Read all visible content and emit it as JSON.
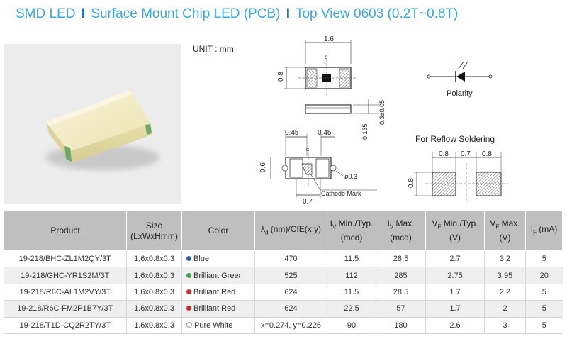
{
  "title": {
    "part1": "SMD LED",
    "part2": "Surface Mount Chip LED (PCB)",
    "part3": "Top View 0603 (0.2T~0.8T)",
    "separator": "I"
  },
  "drawing": {
    "unit": "UNIT : mm",
    "top_width": "1.6",
    "top_height": "0.8",
    "side_height": "0.3±0.05",
    "side_offset": "0.135",
    "pad_left": "0.45",
    "pad_right": "0.45",
    "bottom_height": "0.6",
    "bottom_width": "0.7",
    "hole": "ø0.3",
    "cathode_mark": "Cathode Mark",
    "center_mark": "c",
    "polarity": "Polarity",
    "reflow_title": "For Reflow Soldering",
    "reflow_w1": "0.8",
    "reflow_gap": "0.7",
    "reflow_w2": "0.8",
    "reflow_h": "0.8"
  },
  "table": {
    "headers": {
      "product": "Product",
      "size": "Size",
      "size_sub": "(LxWxHmm)",
      "color": "Color",
      "lambda": "λ",
      "lambda_sub": "d",
      "lambda_rest": " (nm)/CIE(x,y)",
      "iv_min": "I",
      "iv_min_sub": "V",
      "iv_min_rest": " Min./Typ.",
      "iv_min_unit": "(mcd)",
      "iv_max": "I",
      "iv_max_sub": "V",
      "iv_max_rest": " Max.",
      "iv_max_unit": "(mcd)",
      "vf_min": "V",
      "vf_min_sub": "F",
      "vf_min_rest": " Min./Typ.",
      "vf_min_unit": "(V)",
      "vf_max": "V",
      "vf_max_sub": "F",
      "vf_max_rest": " Max.",
      "vf_max_unit": "(V)",
      "if": "I",
      "if_sub": "F",
      "if_rest": " (mA)"
    },
    "rows": [
      {
        "product": "19-218/BHC-ZL1M2QY/3T",
        "size": "1.6x0.8x0.3",
        "color": "Blue",
        "dot": "#2f5fb3",
        "lambda": "470",
        "iv_typ": "11.5",
        "iv_max": "28.5",
        "vf_typ": "2.7",
        "vf_max": "3.2",
        "if": "5"
      },
      {
        "product": "19-218/GHC-YR1S2M/3T",
        "size": "1.6x0.8x0.3",
        "color": "Brilliant Green",
        "dot": "#3aa84a",
        "lambda": "525",
        "iv_typ": "112",
        "iv_max": "285",
        "vf_typ": "2.75",
        "vf_max": "3.95",
        "if": "20"
      },
      {
        "product": "19-218/R6C-AL1M2VY/3T",
        "size": "1.6x0.8x0.3",
        "color": "Brilliant Red",
        "dot": "#d9262b",
        "lambda": "624",
        "iv_typ": "11.5",
        "iv_max": "28.5",
        "vf_typ": "1.7",
        "vf_max": "2.2",
        "if": "5"
      },
      {
        "product": "19-218/R6C-FM2P1B7Y/3T",
        "size": "1.6x0.8x0.3",
        "color": "Brilliant Red",
        "dot": "#d9262b",
        "lambda": "624",
        "iv_typ": "22.5",
        "iv_max": "57",
        "vf_typ": "1.7",
        "vf_max": "2",
        "if": "5"
      },
      {
        "product": "19-218/T1D-CQ2R2TY/3T",
        "size": "1.6x0.8x0.3",
        "color": "Pure White",
        "dot": "#ffffff",
        "lambda": "x=0.274, y=0.226",
        "iv_typ": "90",
        "iv_max": "180",
        "vf_typ": "2.6",
        "vf_max": "3",
        "if": "5"
      }
    ]
  }
}
